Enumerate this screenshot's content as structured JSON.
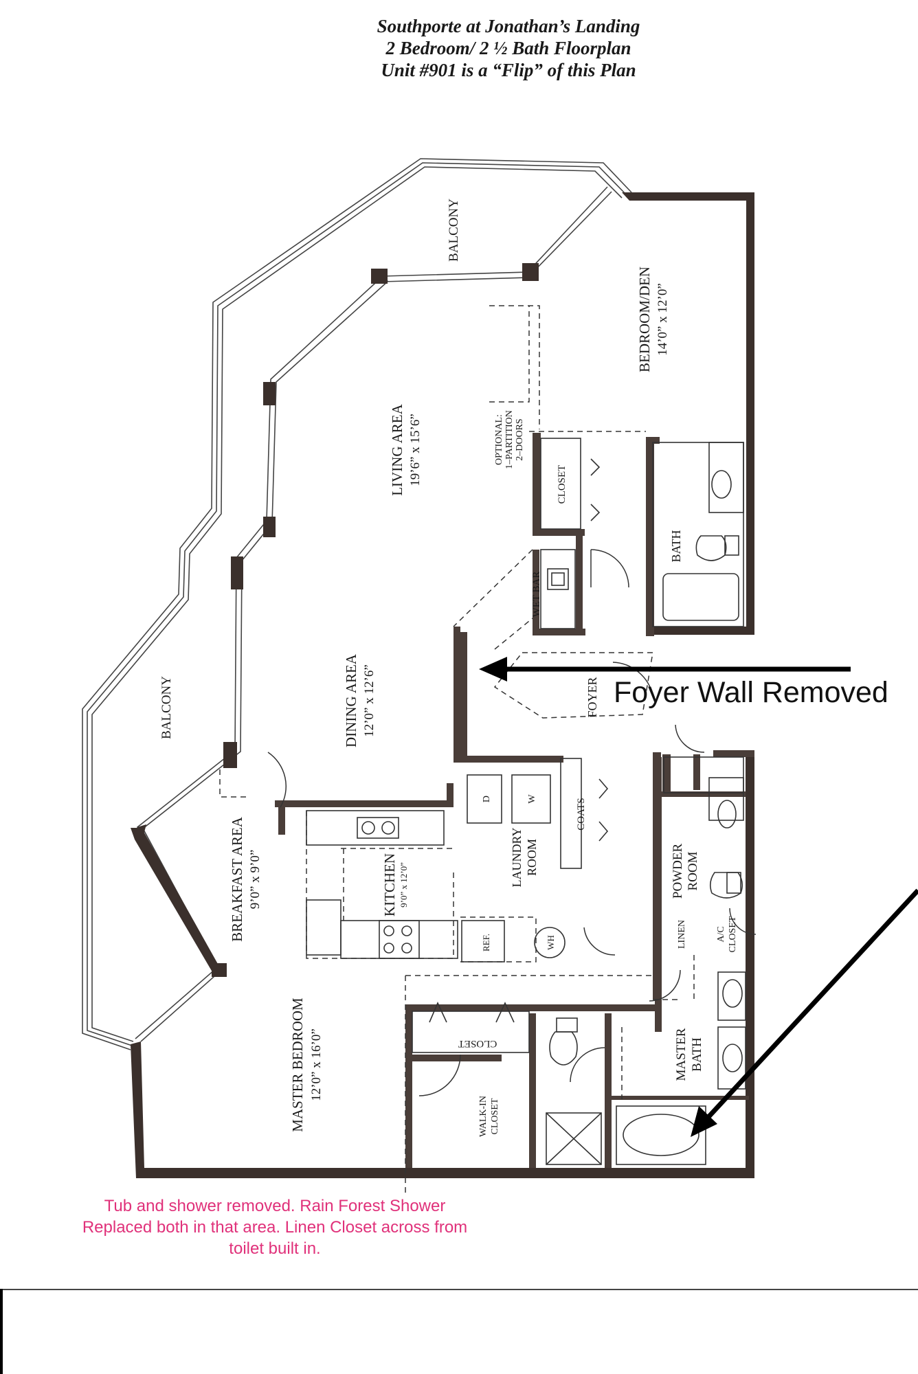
{
  "title": {
    "line1": "Southporte at Jonathan’s Landing",
    "line2": "2 Bedroom/ 2 ½ Bath Floorplan",
    "line3": "Unit #901 is a “Flip” of this Plan"
  },
  "rooms": {
    "balcony_top": "BALCONY",
    "balcony_left": "BALCONY",
    "bedroom_den": "BEDROOM/DEN",
    "bedroom_den_dim": "14’0” x 12’0”",
    "living": "LIVING AREA",
    "living_dim": "19’6” x 15’6”",
    "optional1": "OPTIONAL:",
    "optional2": "1–PARTITION",
    "optional3": "2–DOORS",
    "closet_den": "CLOSET",
    "bath_den": "BATH",
    "wet_bar": "WET BAR",
    "dining": "DINING AREA",
    "dining_dim": "12’0” x 12’6”",
    "foyer": "FOYER",
    "breakfast": "BREAKFAST AREA",
    "breakfast_dim": "9’0” x 9’0”",
    "kitchen": "KITCHEN",
    "kitchen_dim": "9’0” x 12’0”",
    "laundry1": "LAUNDRY",
    "laundry2": "ROOM",
    "dryer": "D",
    "washer": "W",
    "coats": "COATS",
    "powder1": "POWDER",
    "powder2": "ROOM",
    "linen": "LINEN",
    "ac1": "A/C",
    "ac2": "CLOSET",
    "ref": "REF.",
    "wh": "WH",
    "master": "MASTER BEDROOM",
    "master_dim": "12’0” x 16’0”",
    "closet_master": "CLOSET",
    "walkin1": "WALK-IN",
    "walkin2": "CLOSET",
    "master_bath1": "MASTER",
    "master_bath2": "BATH"
  },
  "annotations": {
    "foyer_wall": "Foyer Wall Removed",
    "note_line1": "Tub and shower removed. Rain Forest Shower",
    "note_line2": "Replaced both in that area. Linen Closet across from",
    "note_line3": "toilet built in."
  },
  "colors": {
    "wall": "#3b302c",
    "line": "#333333",
    "note": "#e0317a",
    "arrow": "#000000"
  }
}
